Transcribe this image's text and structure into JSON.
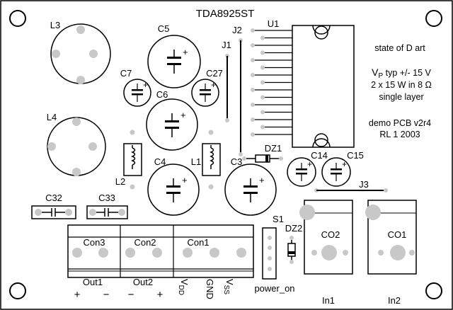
{
  "title": "TDA8925ST",
  "notes": {
    "line1": "state of D art",
    "vp_main": "V",
    "vp_sub": "P",
    "vp_rest": " typ +/- 15 V",
    "line3": "2 x 15 W in 8 Ω",
    "line4": "single layer",
    "line5": "demo PCB v2r4",
    "line6": "RL 1 2003"
  },
  "components": {
    "L3": "L3",
    "L4": "L4",
    "C5": "C5",
    "C6": "C6",
    "C7": "C7",
    "C27": "C27",
    "C4": "C4",
    "C3": "C3",
    "C14": "C14",
    "C15": "C15",
    "L1": "L1",
    "L2": "L2",
    "J1": "J1",
    "J2": "J2",
    "J3": "J3",
    "U1": "U1",
    "DZ1": "DZ1",
    "DZ2": "DZ2",
    "C32": "C32",
    "C33": "C33",
    "S1": "S1",
    "power_on": "power_on",
    "CO1": "CO1",
    "CO2": "CO2",
    "In1": "In1",
    "In2": "In2"
  },
  "connectors": {
    "con3": "Con3",
    "con2": "Con2",
    "con1": "Con1"
  },
  "terminals": {
    "out1": "Out1",
    "out2": "Out2",
    "plus": "+",
    "minus": "−",
    "vdd_main": "V",
    "vdd_sub": "DD",
    "gnd": "GND",
    "vss_main": "V",
    "vss_sub": "SS"
  },
  "polarity_mark": "+"
}
